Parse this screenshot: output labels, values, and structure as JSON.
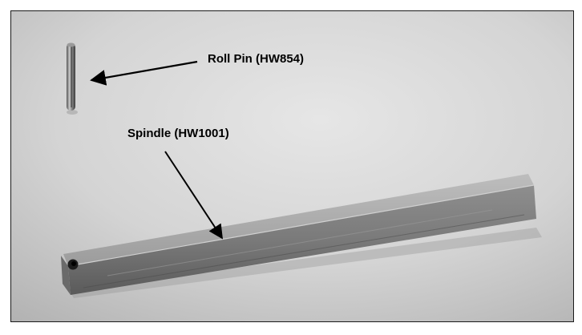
{
  "labels": {
    "roll_pin": "Roll Pin (HW854)",
    "spindle": "Spindle (HW1001)"
  },
  "colors": {
    "frame_border": "#1a1a1a",
    "annotation": "#000000",
    "background_light": "#dedede",
    "background_dark": "#b9b9b9"
  },
  "parts": [
    {
      "name": "roll-pin",
      "part_number": "HW854"
    },
    {
      "name": "spindle",
      "part_number": "HW1001"
    }
  ]
}
